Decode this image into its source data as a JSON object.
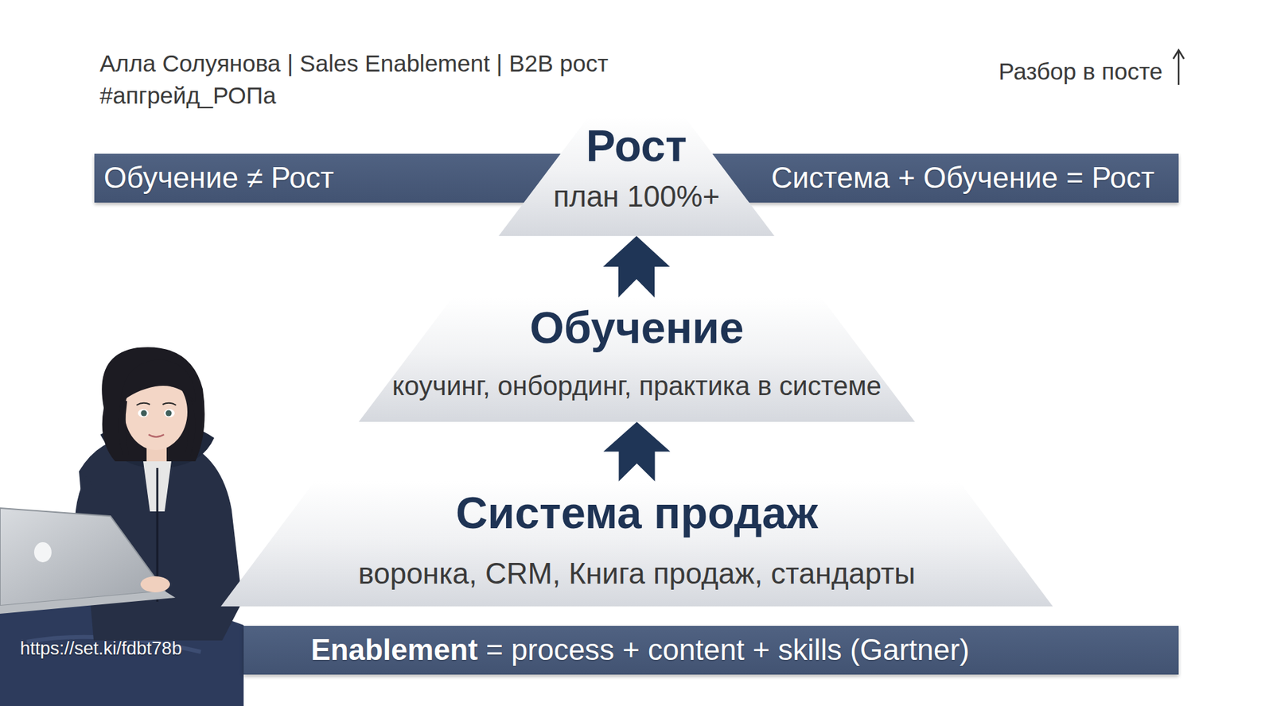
{
  "diagram": {
    "nodes": [
      {
        "text": [
          "Обучение ≠ Рост"
        ]
      },
      {
        "text": [
          "Рост",
          "план 100%+"
        ]
      },
      {
        "text": [
          "Система + Обучение = Рост"
        ]
      },
      {
        "text": [
          "Обучение",
          "коучинг, онбординг, практика в системе"
        ]
      },
      {
        "text": [
          "Система продаж",
          "воронка, CRM, Книга продаж, стандарты"
        ]
      },
      {
        "text": [
          "Enablement",
          "= process + content + skills (Gartner)"
        ]
      }
    ],
    "edges": [
      {
        "from": 4,
        "to": 3,
        "arrow": "to"
      },
      {
        "from": 3,
        "to": 1,
        "arrow": "to"
      }
    ],
    "labels": [
      "Алла Солуянова | Sales Enablement | B2B рост",
      "#апгрейд_РОПа",
      "Разбор в посте",
      "https://set.ki/fdbt78b"
    ]
  }
}
